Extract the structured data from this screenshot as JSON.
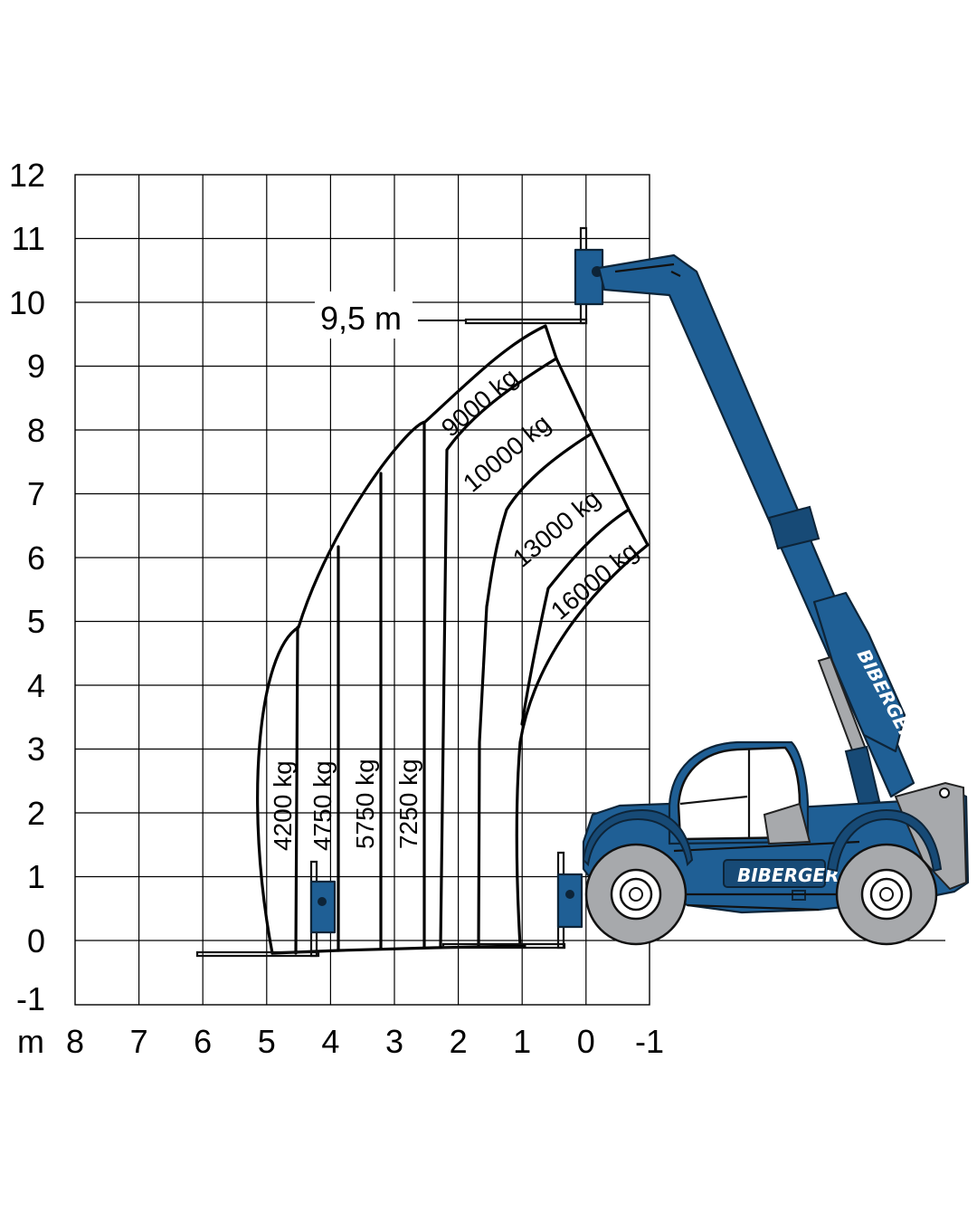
{
  "axes": {
    "unit_label": "m",
    "x_ticks": [
      "8",
      "7",
      "6",
      "5",
      "4",
      "3",
      "2",
      "1",
      "0",
      "-1"
    ],
    "y_ticks": [
      "12",
      "11",
      "10",
      "9",
      "8",
      "7",
      "6",
      "5",
      "4",
      "3",
      "2",
      "1",
      "0",
      "-1"
    ]
  },
  "max_height_label": "9,5 m",
  "load_zones": {
    "vertical": [
      "4200 kg",
      "4750 kg",
      "5750 kg",
      "7250 kg"
    ],
    "diagonal": [
      "9000 kg",
      "10000 kg",
      "13000 kg",
      "16000 kg"
    ]
  },
  "brand": {
    "name": "BIBERGER",
    "body_color": "#1f5f95",
    "dark_color": "#0d2438",
    "grey_color": "#a7a9ac"
  },
  "chart_data": {
    "type": "load chart",
    "x_unit": "m",
    "xlim": [
      8,
      -1
    ],
    "ylim": [
      -1,
      12
    ],
    "max_lift_height": 9.5,
    "zones": [
      {
        "label": "4200 kg",
        "orientation": "vertical"
      },
      {
        "label": "4750 kg",
        "orientation": "vertical"
      },
      {
        "label": "5750 kg",
        "orientation": "vertical"
      },
      {
        "label": "7250 kg",
        "orientation": "vertical"
      },
      {
        "label": "9000 kg",
        "orientation": "diagonal"
      },
      {
        "label": "10000 kg",
        "orientation": "diagonal"
      },
      {
        "label": "13000 kg",
        "orientation": "diagonal"
      },
      {
        "label": "16000 kg",
        "orientation": "diagonal"
      }
    ]
  }
}
